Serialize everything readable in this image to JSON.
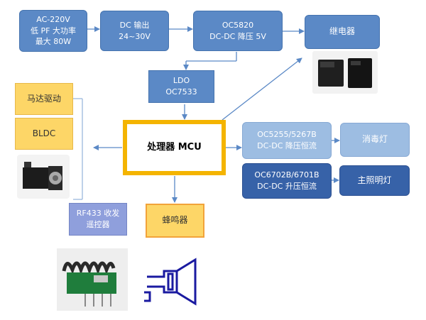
{
  "nodes": {
    "ac_input": "AC-220V\n低 PF 大功率\n最大 80W",
    "dc_output": "DC 输出\n24~30V",
    "oc5820": "OC5820\nDC-DC 降压 5V",
    "relay": "继电器",
    "ldo": "LDO\nOC7533",
    "motor_drive": "马达驱动",
    "bldc": "BLDC",
    "mcu": "处理器 MCU",
    "oc5255": "OC5255/5267B\nDC-DC 降压恒流",
    "uv_lamp": "消毒灯",
    "oc6702": "OC6702B/6701B\nDC-DC 升压恒流",
    "main_light": "主照明灯",
    "rf433": "RF433 收发\n遥控器",
    "buzzer": "蜂鸣器"
  },
  "colors": {
    "block_blue": "#5b89c6",
    "block_light_blue": "#9dbde2",
    "block_navy": "#3762a8",
    "block_yellow": "#fdd667",
    "mcu_border": "#f4b400",
    "arrow": "#5b89c6"
  },
  "icons": {
    "relay_photo": "relay-image",
    "bldc_photo": "bldc-motor-image",
    "rf_photo": "rf433-module-image",
    "buzzer_symbol": "buzzer-speaker-icon"
  }
}
